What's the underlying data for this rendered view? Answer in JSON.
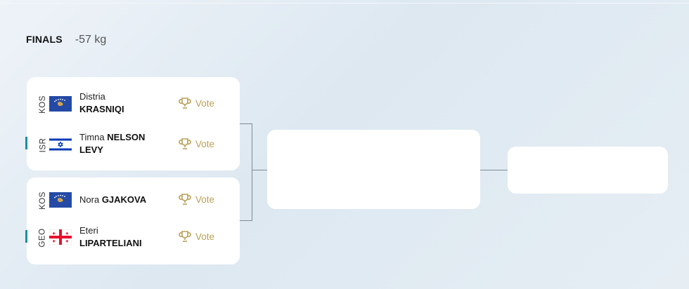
{
  "header": {
    "round": "FINALS",
    "weight": "-57 kg"
  },
  "vote_label": "Vote",
  "matches": [
    {
      "athletes": [
        {
          "code": "KOS",
          "flag": "kosovo-flag",
          "first": "Distria",
          "last": "KRASNIQI"
        },
        {
          "code": "ISR",
          "flag": "israel-flag",
          "first": "Timna",
          "last": "NELSON LEVY"
        }
      ]
    },
    {
      "athletes": [
        {
          "code": "KOS",
          "flag": "kosovo-flag",
          "first": "Nora",
          "last": "GJAKOVA"
        },
        {
          "code": "GEO",
          "flag": "georgia-flag",
          "first": "Eteri",
          "last": "LIPARTELIANI"
        }
      ]
    }
  ],
  "colors": {
    "vote": "#b8a057",
    "marker": "#1a8fa0",
    "connector": "#7f8a96",
    "kosovo_blue": "#244aa5",
    "kosovo_gold": "#d0a650",
    "israel_blue": "#0038b8",
    "georgia_red": "#e8112d"
  }
}
